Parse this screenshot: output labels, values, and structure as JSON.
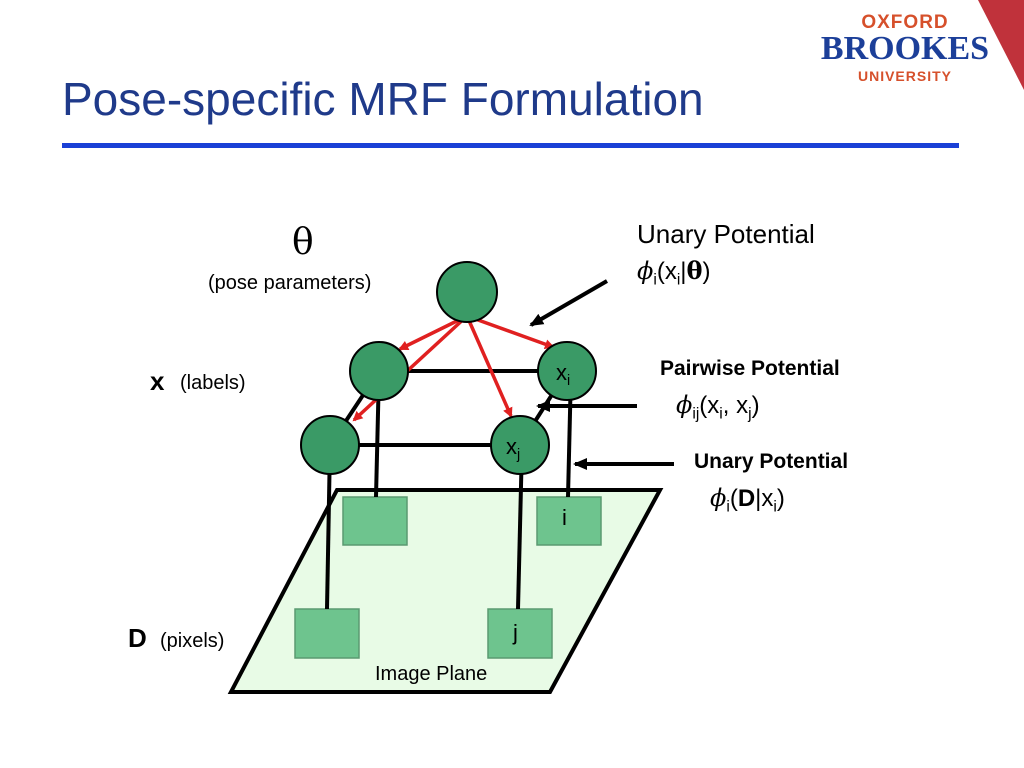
{
  "slide": {
    "title": "Pose-specific MRF Formulation"
  },
  "logo": {
    "line1": "OXFORD",
    "line2": "BROOKES",
    "line3": "UNIVERSITY"
  },
  "diagram": {
    "theta_symbol": "θ",
    "theta_caption": "(pose parameters)",
    "x_symbol": "x",
    "x_caption": "(labels)",
    "D_symbol": "D",
    "D_caption": "(pixels)",
    "image_plane_label": "Image Plane",
    "node_xi": {
      "base": "x",
      "sub": "i"
    },
    "node_xj": {
      "base": "x",
      "sub": "j"
    },
    "pixel_i": "i",
    "pixel_j": "j",
    "unary_top": {
      "title": "Unary Potential",
      "phi": "ϕ",
      "sub": "i",
      "open": "(x",
      "arg_sub": "i",
      "bar": "|",
      "cond": "θ",
      "close": ")"
    },
    "pairwise": {
      "title": "Pairwise Potential",
      "phi": "ϕ",
      "sub": "ij",
      "open": "(x",
      "sub1": "i",
      "comma": ", x",
      "sub2": "j",
      "close": ")"
    },
    "unary_bottom": {
      "title": "Unary Potential",
      "phi": "ϕ",
      "sub": "i",
      "open": "(",
      "bold": "D",
      "mid": "|x",
      "arg_sub": "i",
      "close": ")"
    },
    "colors": {
      "node_fill": "#3a9a66",
      "pixel_fill": "#6ec48e",
      "plane_fill": "#e8fbe6",
      "arrow_red": "#e02020",
      "title_blue": "#1f3a8a",
      "rule_blue": "#1a40d6"
    }
  }
}
